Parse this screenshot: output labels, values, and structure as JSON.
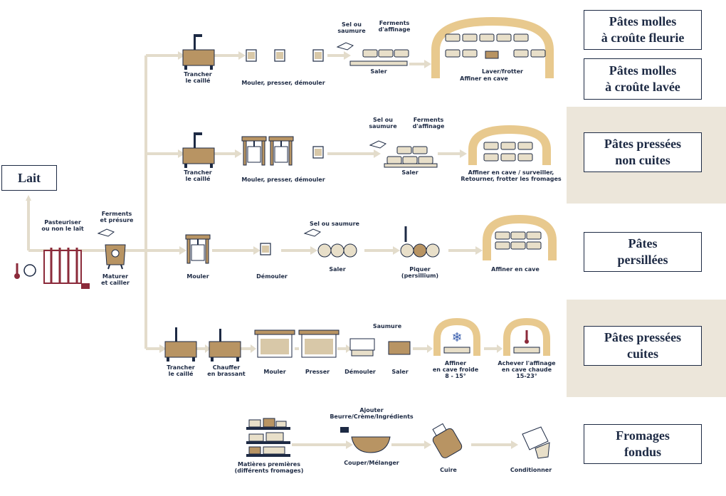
{
  "lait": "Lait",
  "categories": [
    {
      "line1": "Pâtes molles",
      "line2": "à croûte fleurie"
    },
    {
      "line1": "Pâtes molles",
      "line2": "à croûte lavée"
    },
    {
      "line1": "Pâtes pressées",
      "line2": "non cuites"
    },
    {
      "line1": "Pâtes",
      "line2": "persillées"
    },
    {
      "line1": "Pâtes pressées",
      "line2": "cuites"
    },
    {
      "line1": "Fromages",
      "line2": "fondus"
    }
  ],
  "start": {
    "pasteuriser": [
      "Pasteuriser",
      "ou non le lait"
    ],
    "ferments": [
      "Ferments",
      "et présure"
    ],
    "maturer": [
      "Maturer",
      "et cailler"
    ]
  },
  "row1": {
    "trancher": [
      "Trancher",
      "le caillé"
    ],
    "mouler": [
      "Mouler, presser, démouler"
    ],
    "sel": [
      "Sel ou",
      "saumure"
    ],
    "ferments": [
      "Ferments",
      "d'affinage"
    ],
    "saler": [
      "Saler"
    ],
    "laver": [
      "Laver/frotter"
    ],
    "affiner": [
      "Affiner en cave"
    ]
  },
  "row2": {
    "trancher": [
      "Trancher",
      "le caillé"
    ],
    "mouler": [
      "Mouler, presser, démouler"
    ],
    "sel": [
      "Sel ou",
      "saumure"
    ],
    "ferments": [
      "Ferments",
      "d'affinage"
    ],
    "saler": [
      "Saler"
    ],
    "affiner": [
      "Affiner en cave / surveiller,",
      "Retourner, frotter les fromages"
    ]
  },
  "row3": {
    "mouler": [
      "Mouler"
    ],
    "demouler": [
      "Démouler"
    ],
    "sel": [
      "Sel ou saumure"
    ],
    "saler": [
      "Saler"
    ],
    "piquer": [
      "Piquer",
      "(persillium)"
    ],
    "affiner": [
      "Affiner en cave"
    ]
  },
  "row4": {
    "trancher": [
      "Trancher",
      "le caillé"
    ],
    "chauffer": [
      "Chauffer",
      "en brassant"
    ],
    "mouler": [
      "Mouler"
    ],
    "presser": [
      "Presser"
    ],
    "demouler": [
      "Démouler"
    ],
    "saumure": [
      "Saumure"
    ],
    "saler": [
      "Saler"
    ],
    "affiner": [
      "Affiner",
      "en cave froide",
      "8 - 15°"
    ],
    "achever": [
      "Achever l'affinage",
      "en cave chaude",
      "15-23°"
    ]
  },
  "row5": {
    "matieres": [
      "Matières premières",
      "(différents fromages)"
    ],
    "ajouter": [
      "Ajouter",
      "Beurre/Crème/Ingrédients"
    ],
    "couper": [
      "Couper/Mélanger"
    ],
    "cuire": [
      "Cuire"
    ],
    "conditionner": [
      "Conditionner"
    ]
  },
  "colors": {
    "navy": "#1d2a44",
    "tan": "#b89463",
    "line": "#e3dccb",
    "shade": "#ece6da",
    "brick": "#e8c98e"
  }
}
